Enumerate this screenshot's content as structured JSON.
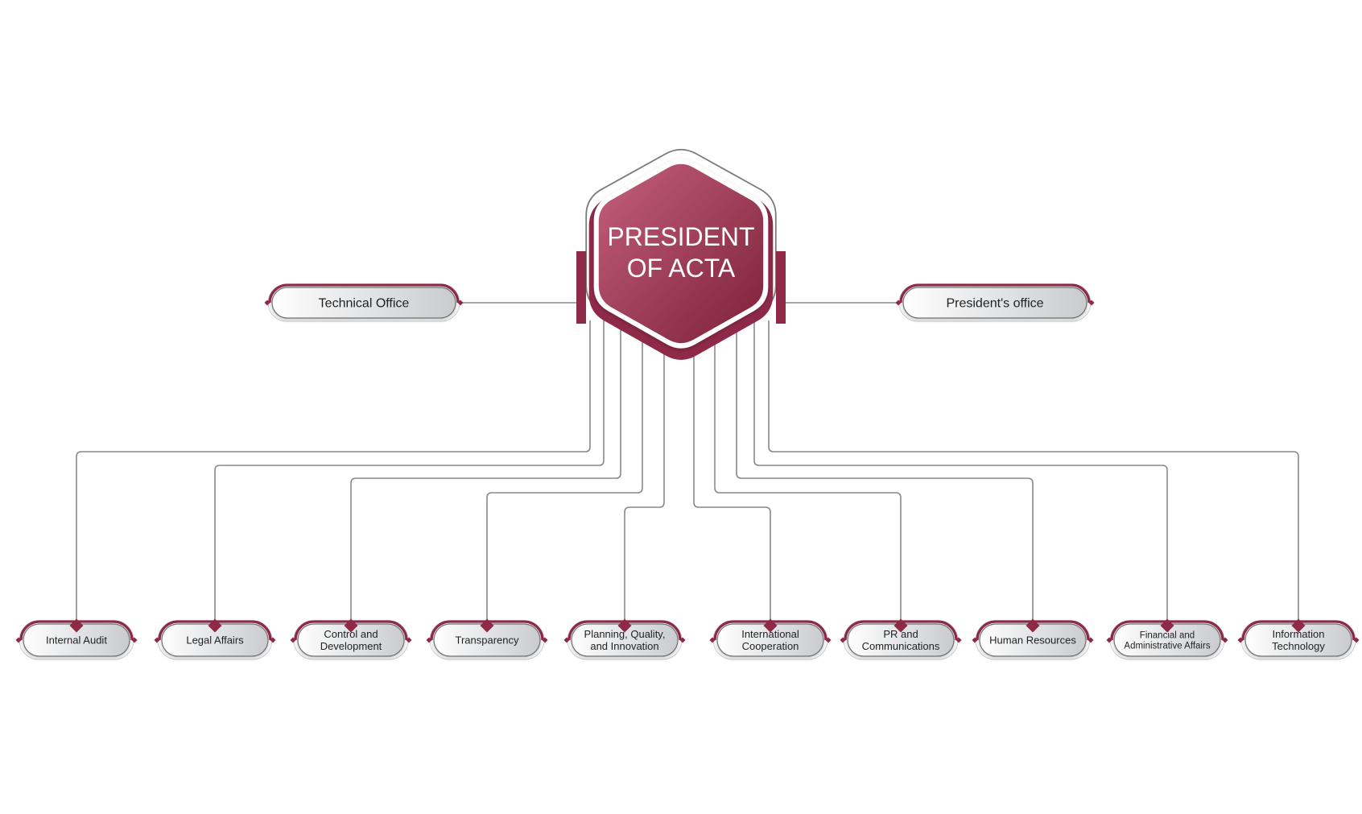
{
  "colors": {
    "accent": "#8e2a48",
    "accent_light": "#c4607c",
    "accent_dark": "#7c2038",
    "connector": "#8a8a8a",
    "pill_fill_light": "#ffffff",
    "pill_fill_dark": "#c9cbce",
    "pill_text": "#222222",
    "hex_text": "#ffffff"
  },
  "president": {
    "lines": [
      "PRESIDENT",
      "OF ACTA"
    ]
  },
  "side_units": [
    {
      "id": "technical-office",
      "lines": [
        "Technical Office"
      ]
    },
    {
      "id": "presidents-office",
      "lines": [
        "President's office"
      ]
    }
  ],
  "departments": [
    {
      "id": "internal-audit",
      "lines": [
        "Internal Audit"
      ]
    },
    {
      "id": "legal-affairs",
      "lines": [
        "Legal Affairs"
      ]
    },
    {
      "id": "control-and-development",
      "lines": [
        "Control and",
        "Development"
      ]
    },
    {
      "id": "transparency",
      "lines": [
        "Transparency"
      ]
    },
    {
      "id": "planning-quality-innovation",
      "lines": [
        "Planning, Quality,",
        "and Innovation"
      ]
    },
    {
      "id": "international-cooperation",
      "lines": [
        "International",
        "Cooperation"
      ]
    },
    {
      "id": "pr-and-communications",
      "lines": [
        "PR and",
        "Communications"
      ]
    },
    {
      "id": "human-resources",
      "lines": [
        "Human Resources"
      ]
    },
    {
      "id": "financial-administrative-affairs",
      "lines": [
        "Financial and",
        "Administrative Affairs"
      ]
    },
    {
      "id": "information-technology",
      "lines": [
        "Information",
        "Technology"
      ]
    }
  ]
}
